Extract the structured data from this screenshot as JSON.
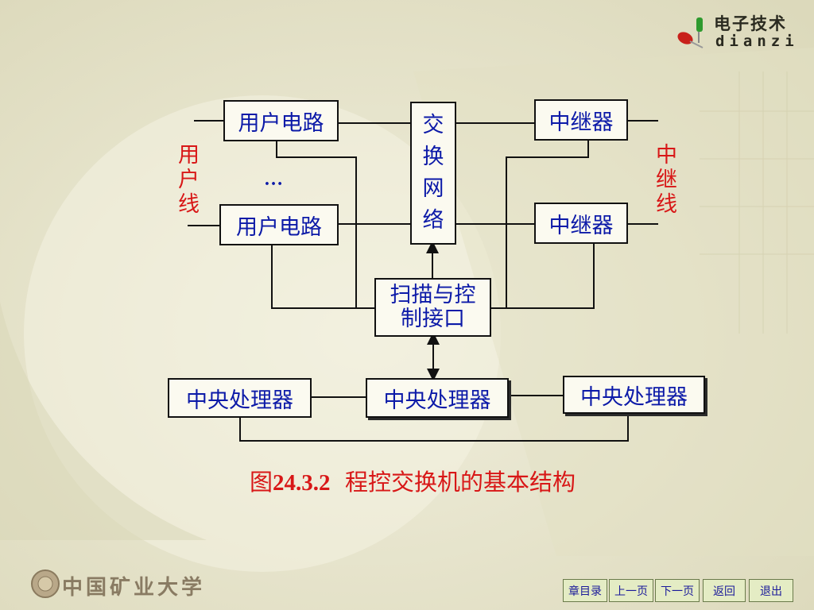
{
  "branding": {
    "logo_cn": "电子技术",
    "logo_en": "dianzi",
    "university": "中国矿业大学"
  },
  "diagram": {
    "user_circuit_1": "用户电路",
    "user_circuit_2": "用户电路",
    "ellipsis": "…",
    "switch_network": [
      "交",
      "换",
      "网",
      "络"
    ],
    "repeater_1": "中继器",
    "repeater_2": "中继器",
    "scan_control": [
      "扫描与控",
      "制接口"
    ],
    "cpu_left": "中央处理器",
    "cpu_center": "中央处理器",
    "cpu_right": "中央处理器",
    "user_line_label": [
      "用",
      "户",
      "线"
    ],
    "trunk_line_label": [
      "中",
      "继",
      "线"
    ]
  },
  "caption": {
    "prefix": "图",
    "number": "24.3.2",
    "title": "程控交换机的基本结构"
  },
  "nav": {
    "chapter_toc": "章目录",
    "prev_page": "上一页",
    "next_page": "下一页",
    "back": "返回",
    "exit": "退出"
  },
  "colors": {
    "box_text": "#0c1aa8",
    "label_red": "#d81717",
    "background": "#e9e6cf"
  }
}
